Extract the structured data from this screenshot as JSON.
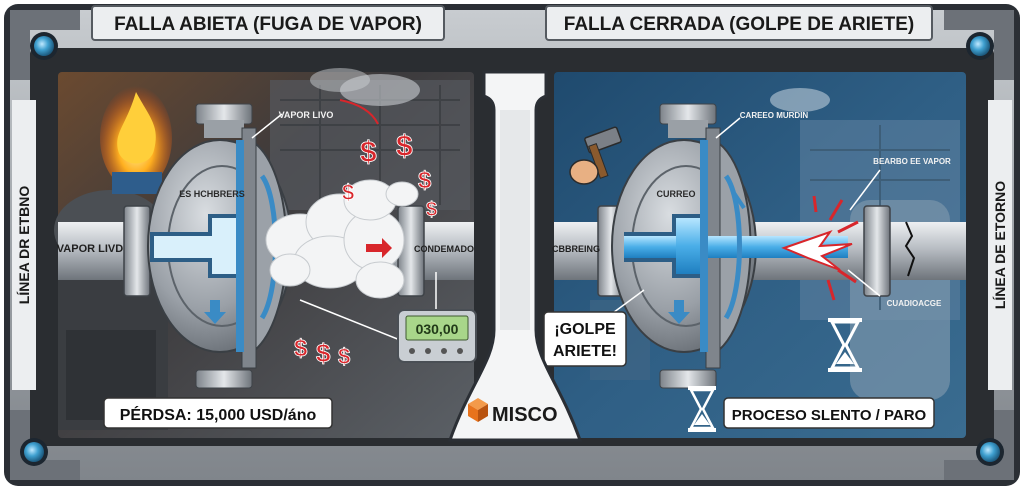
{
  "titles": {
    "left": "FALLA ABIETA (FUGA DE VAPOR)",
    "right": "FALLA CERRADA (GOLPE DE ARIETE)"
  },
  "side_labels": {
    "left": "LÍNEA DR ETBNO",
    "right": "LÍNEA DE ETORNO"
  },
  "left_panel": {
    "tag_top": "VAPOR LIVO",
    "pipe_in": "VAPOR LIVD",
    "body_label": "ES HCHBRERS",
    "pipe_out": "CONDEMADO",
    "meter_value": "030,00",
    "dollar_symbol": "$",
    "loss_label": "PÉRDSA:  15,000 USD/áno"
  },
  "right_panel": {
    "tag_top": "CAREEO MURDIN",
    "body_label": "CURREO",
    "pipe_in": "CBBREING",
    "impact_label": "BEARBO EE VAPOR",
    "crack_label": "CUADIOACGE",
    "hammer_line1": "¡GOLPE",
    "hammer_line2": "ARIETE!",
    "status_label": "PROCESO SLENTO / PARO"
  },
  "logo": {
    "text": "MISCO"
  },
  "colors": {
    "frame": "#a9adb2",
    "frame_dark": "#2b2f35",
    "bolt": "#3fa0d0",
    "water": "#5ab8f0",
    "loss_red": "#d8262b",
    "logo_orange": "#e8731c"
  }
}
